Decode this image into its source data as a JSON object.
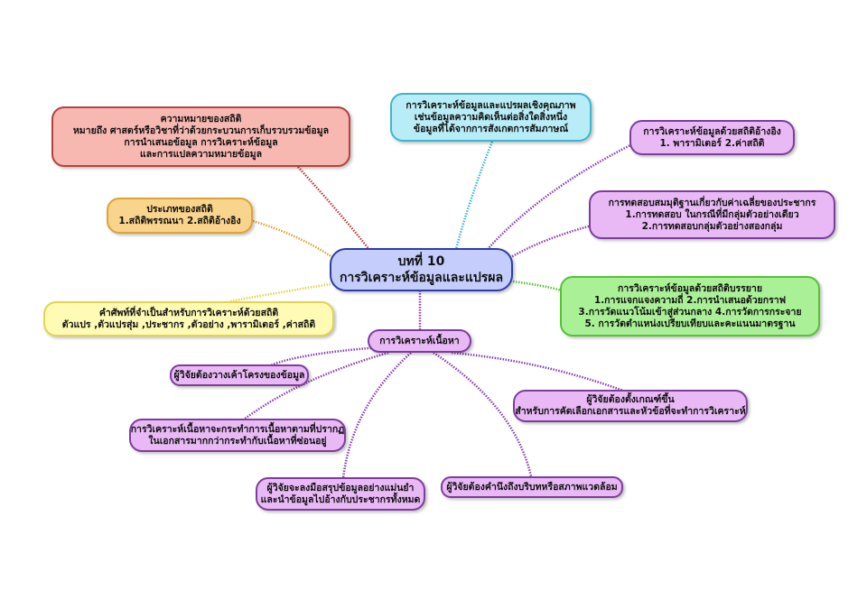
{
  "center": {
    "line1": "บทที่ 10",
    "line2": "การวิเคราะห์ข้อมูลและแปรผล"
  },
  "meaning": {
    "lines": [
      "ความหมายของสถิติ",
      "หมายถึง ศาสตร์หรือวิชาที่ว่าด้วยกระบวนการเก็บรวบรวมข้อมูล",
      "การนำเสนอข้อมูล การวิเคราะห์ข้อมูล",
      "และการแปลความหมายข้อมูล"
    ]
  },
  "qualitative": {
    "lines": [
      "การวิเคราะห์ข้อมูลและแปรผลเชิงคุณภาพ",
      "เช่นข้อมูลความคิดเห็นต่อสิ่งใดสิ่งหนึ่ง",
      "ข้อมูลที่ได้จากการสังเกตการสัมภาษณ์"
    ]
  },
  "inferential": {
    "lines": [
      "การวิเคราะห์ข้อมูลด้วยสถิติอ้างอิง",
      "1. พารามิเตอร์ 2.ค่าสถิติ"
    ]
  },
  "hypothesis": {
    "lines": [
      "การทดสอบสมมุติฐานเกี่ยวกับค่าเฉลี่ยของประชากร",
      "1.การทดสอบ ในกรณีที่มีกลุ่มตัวอย่างเดียว",
      "2.การทดสอบกลุ่มตัวอย่างสองกลุ่ม"
    ]
  },
  "types": {
    "lines": [
      "ประเภทของสถิติ",
      "1.สถิติพรรณนา 2.สถิติอ้างอิง"
    ]
  },
  "terms": {
    "lines": [
      "คำศัพท์ที่จำเป็นสำหรับการวิเคราะห์ด้วยสถิติ",
      "ตัวแปร ,ตัวแปรสุ่ม ,ประชากร ,ตัวอย่าง ,พารามิเตอร์ ,ค่าสถิติ"
    ]
  },
  "descriptive": {
    "lines": [
      "การวิเคราะห์ข้อมูลด้วยสถิติบรรยาย",
      "1.การแจกแจงความถี่ 2.การนำเสนอด้วยกราฟ",
      "3.การวัดแนวโน้มเข้าสู่ส่วนกลาง 4.การวัดการกระจาย",
      "5. การวัดตำแหน่งเปรียบเทียบและคะแนนมาตรฐาน"
    ]
  },
  "content": {
    "label": "การวิเคราะห์เนื้อหา",
    "items": [
      {
        "lines": [
          "ผู้วิจัยต้องวางเค้าโครงของข้อมูล"
        ]
      },
      {
        "lines": [
          "การวิเคราะห์เนื้อหาจะกระทำการเนื้อหาตามที่ปรากฏ",
          "ในเอกสารมากกว่ากระทำกับเนื้อหาที่ซ่อนอยู่"
        ]
      },
      {
        "lines": [
          "ผู้วิจัยต้องตั้งเกณฑ์ขึ้น",
          "สำหรับการคัดเลือกเอกสารและหัวข้อที่จะทำการวิเคราะห์"
        ]
      },
      {
        "lines": [
          "ผู้วิจัยจะลงมือสรุปข้อมูลอย่างแม่นยำ",
          "และนำข้อมูลไปอ้างกับประชากรทั้งหมด"
        ]
      },
      {
        "lines": [
          "ผู้วิจัยต้องคำนึงถึงบริบทหรือสภาพแวดล้อม"
        ]
      }
    ]
  },
  "colors": {
    "red": "#b8403e",
    "cyan": "#3db6cf",
    "purple": "#8a3fae",
    "orange": "#dea334",
    "yellow": "#e3d44a",
    "green": "#55c236"
  }
}
